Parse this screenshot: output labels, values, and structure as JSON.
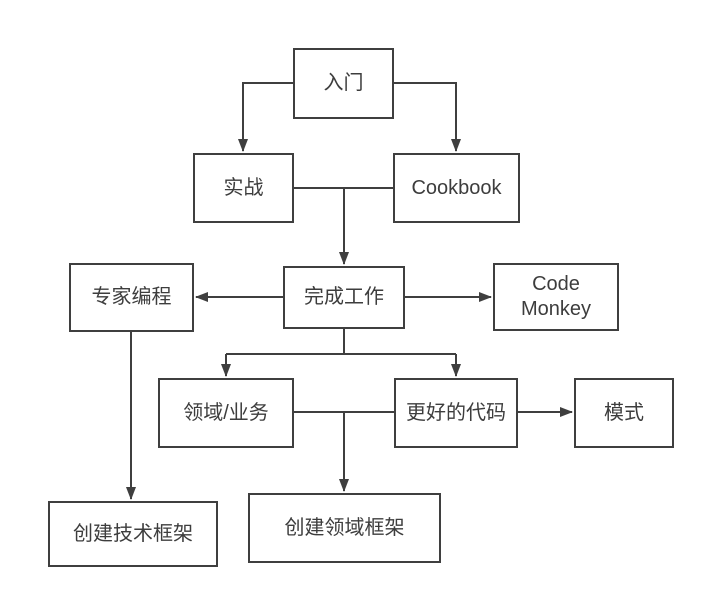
{
  "diagram": {
    "background_color": "#ffffff",
    "line_color": "#3f3f3f",
    "text_color": "#3d3d3d",
    "nodes": {
      "getting_started": {
        "label": "入门"
      },
      "practice": {
        "label": "实战"
      },
      "cookbook": {
        "label": "Cookbook"
      },
      "expert_programming": {
        "label": "专家编程"
      },
      "get_work_done": {
        "label": "完成工作"
      },
      "code_monkey": {
        "label": "Code\nMonkey"
      },
      "domain_business": {
        "label": "领域/业务"
      },
      "better_code": {
        "label": "更好的代码"
      },
      "patterns": {
        "label": "模式"
      },
      "create_tech_framework": {
        "label": "创建技术框架"
      },
      "create_domain_framework": {
        "label": "创建领域框架"
      }
    },
    "edges": [
      {
        "from": "入门",
        "to": "实战",
        "arrow": true
      },
      {
        "from": "入门",
        "to": "Cookbook",
        "arrow": true
      },
      {
        "from": "实战",
        "to": "Cookbook",
        "arrow": false
      },
      {
        "from": "实战/Cookbook",
        "to": "完成工作",
        "arrow": true
      },
      {
        "from": "完成工作",
        "to": "专家编程",
        "arrow": true
      },
      {
        "from": "完成工作",
        "to": "Code Monkey",
        "arrow": true
      },
      {
        "from": "完成工作",
        "to": "领域/业务",
        "arrow": true
      },
      {
        "from": "完成工作",
        "to": "更好的代码",
        "arrow": true
      },
      {
        "from": "领域/业务",
        "to": "更好的代码",
        "arrow": false
      },
      {
        "from": "更好的代码",
        "to": "模式",
        "arrow": true
      },
      {
        "from": "专家编程",
        "to": "创建技术框架",
        "arrow": true
      },
      {
        "from": "领域/业务+更好的代码",
        "to": "创建领域框架",
        "arrow": true
      }
    ]
  }
}
